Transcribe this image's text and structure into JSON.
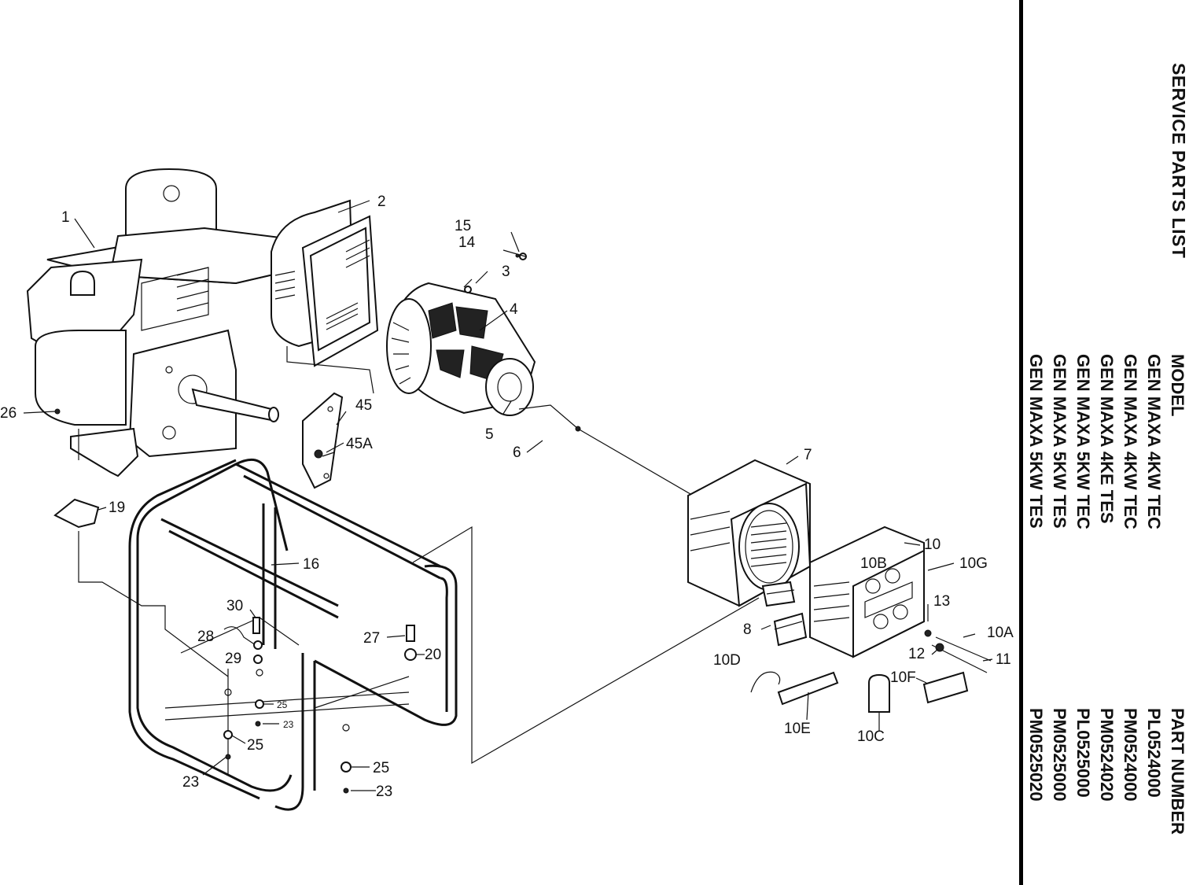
{
  "header": {
    "title": "SERVICE PARTS LIST",
    "model_heading": "MODEL",
    "part_heading": "PART NUMBER"
  },
  "models": [
    {
      "model": "GEN MAXA 4KW TEC",
      "part_number": "PL0524000"
    },
    {
      "model": "GEN MAXA 4KW TEC",
      "part_number": "PM0524000"
    },
    {
      "model": "GEN MAXA 4KE TES",
      "part_number": "PM0524020"
    },
    {
      "model": "GEN MAXA 5KW TEC",
      "part_number": "PL0525000"
    },
    {
      "model": "GEN MAXA 5KW TES",
      "part_number": "PM0525000"
    },
    {
      "model": "GEN MAXA 5KW TES",
      "part_number": "PM0525020"
    }
  ],
  "callouts": {
    "c1": "1",
    "c2": "2",
    "c3": "3",
    "c4": "4",
    "c5": "5",
    "c6": "6",
    "c7": "7",
    "c8": "8",
    "c10": "10",
    "c10A": "10A",
    "c10B": "10B",
    "c10C": "10C",
    "c10D": "10D",
    "c10E": "10E",
    "c10F": "10F",
    "c10G": "10G",
    "c11": "11",
    "c12": "12",
    "c13": "13",
    "c14": "14",
    "c15": "15",
    "c16": "16",
    "c19": "19",
    "c20": "20",
    "c23a": "23",
    "c23b": "23",
    "c23c": "23",
    "c25a": "25",
    "c25b": "25",
    "c25c": "25",
    "c26": "26",
    "c27": "27",
    "c28": "28",
    "c29": "29",
    "c30": "30",
    "c45": "45",
    "c45A": "45A"
  }
}
